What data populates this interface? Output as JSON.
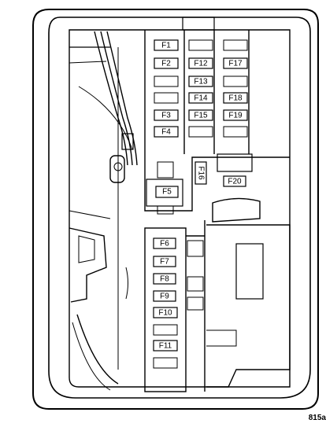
{
  "fuses": [
    {
      "id": "f1",
      "label": "F1"
    },
    {
      "id": "f2",
      "label": "F2"
    },
    {
      "id": "f3",
      "label": "F3"
    },
    {
      "id": "f4",
      "label": "F4"
    },
    {
      "id": "f5",
      "label": "F5"
    },
    {
      "id": "f6",
      "label": "F6"
    },
    {
      "id": "f7",
      "label": "F7"
    },
    {
      "id": "f8",
      "label": "F8"
    },
    {
      "id": "f9",
      "label": "F9"
    },
    {
      "id": "f10",
      "label": "F10"
    },
    {
      "id": "f11",
      "label": "F11"
    },
    {
      "id": "f12",
      "label": "F12"
    },
    {
      "id": "f13",
      "label": "F13"
    },
    {
      "id": "f14",
      "label": "F14"
    },
    {
      "id": "f15",
      "label": "F15"
    },
    {
      "id": "f16",
      "label": "F16"
    },
    {
      "id": "f17",
      "label": "F17"
    },
    {
      "id": "f18",
      "label": "F18"
    },
    {
      "id": "f19",
      "label": "F19"
    },
    {
      "id": "f20",
      "label": "F20"
    }
  ],
  "reference_code": "815a"
}
